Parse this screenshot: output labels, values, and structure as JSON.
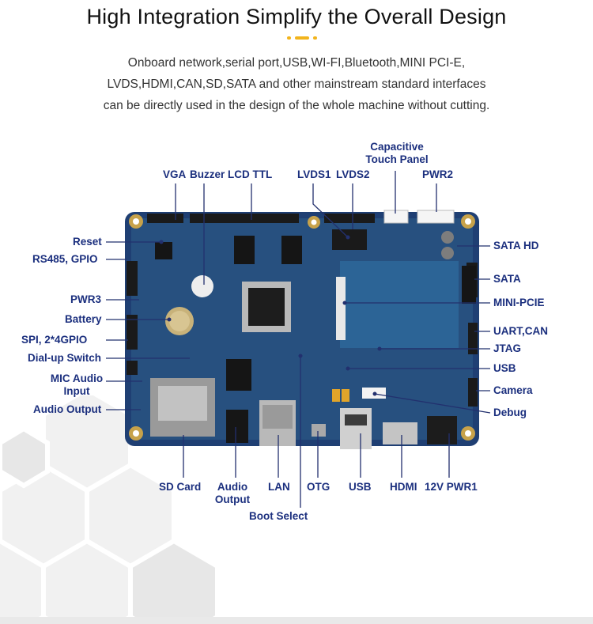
{
  "header": {
    "title": "High Integration Simplify the Overall Design",
    "description_lines": [
      "Onboard network,serial port,USB,WI-FI,Bluetooth,MINI PCI-E,",
      "LVDS,HDMI,CAN,SD,SATA and other mainstream standard interfaces",
      "can be directly used in the design of the whole machine without cutting."
    ]
  },
  "colors": {
    "accent": "#f2b41c",
    "label": "#1b2f7e",
    "board": "#1f3f73"
  },
  "labels": {
    "top": {
      "vga": "VGA",
      "buzzer": "Buzzer",
      "lcd_ttl": "LCD TTL",
      "lvds1": "LVDS1",
      "lvds2": "LVDS2",
      "capacitive_line1": "Capacitive",
      "capacitive_line2": "Touch Panel",
      "pwr2": "PWR2"
    },
    "left": {
      "reset": "Reset",
      "rs485": "RS485, GPIO",
      "pwr3": "PWR3",
      "battery": "Battery",
      "spi": "SPI, 2*4GPIO",
      "dialup": "Dial-up Switch",
      "mic_line1": "MIC Audio",
      "mic_line2": "Input",
      "audio_out": "Audio Output"
    },
    "right": {
      "sata_hd": "SATA HD",
      "sata": "SATA",
      "mini_pcie": "MINI-PCIE",
      "uart_can": "UART,CAN",
      "jtag": "JTAG",
      "usb": "USB",
      "camera": "Camera",
      "debug": "Debug"
    },
    "bottom": {
      "sd_card": "SD Card",
      "audio_line1": "Audio",
      "audio_line2": "Output",
      "lan": "LAN",
      "otg": "OTG",
      "usb": "USB",
      "hdmi": "HDMI",
      "pwr1": "12V PWR1",
      "boot_select": "Boot Select"
    }
  }
}
